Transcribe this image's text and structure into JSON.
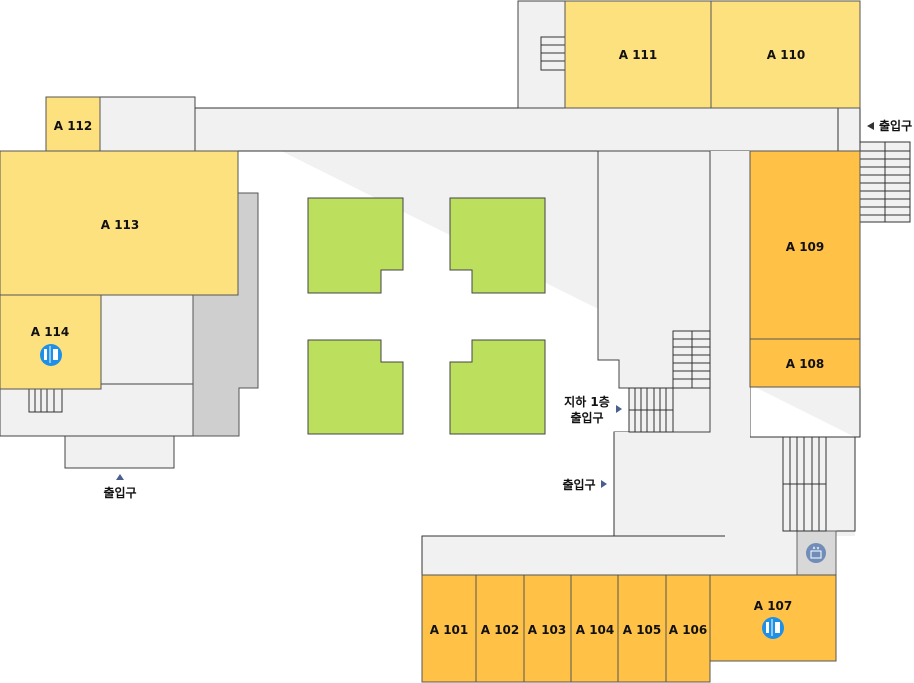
{
  "rooms": {
    "a101": "A 101",
    "a102": "A 102",
    "a103": "A 103",
    "a104": "A 104",
    "a105": "A 105",
    "a106": "A 106",
    "a107": "A 107",
    "a108": "A 108",
    "a109": "A 109",
    "a110": "A 110",
    "a111": "A 111",
    "a112": "A 112",
    "a113": "A 113",
    "a114": "A 114"
  },
  "entrances": {
    "east": "출입구",
    "west": "출입구",
    "center": "출입구",
    "basement_line1": "지하 1층",
    "basement_line2": "출입구"
  },
  "icons": {
    "restroom": "restroom-icon",
    "elevator": "elevator-icon",
    "arrow": "triangle-arrow"
  },
  "colors": {
    "room_light": "#fee17f",
    "room_orange": "#ffc247",
    "courtyard": "#bce05e",
    "corridor": "#f2f1f2",
    "restroom_icon": "#1e90e8",
    "elevator_icon": "#6f8db8"
  }
}
